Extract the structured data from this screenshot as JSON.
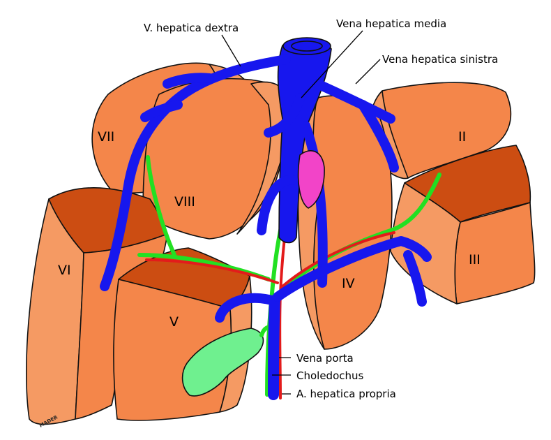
{
  "colors": {
    "liver": "#f4864a",
    "liver_light": "#f59a63",
    "liver_dark": "#cc4d12",
    "vein": "#1717ee",
    "bile_duct": "#22e022",
    "artery": "#e31b1b",
    "gallbladder": "#6ff08f",
    "pink_lymph": "#f244c8",
    "outline": "#111111"
  },
  "labels": {
    "v_hep_dextra": "V. hepatica dextra",
    "vena_hep_media": "Vena hepatica media",
    "vena_hep_sinistra": "Vena hepatica sinistra",
    "vena_porta": "Vena porta",
    "choledochus": "Choledochus",
    "a_hep_propria": "A. hepatica propria"
  },
  "segments": {
    "II": "II",
    "III": "III",
    "IV": "IV",
    "V": "V",
    "VI": "VI",
    "VII": "VII",
    "VIII": "VIII"
  },
  "signature": "MADER"
}
